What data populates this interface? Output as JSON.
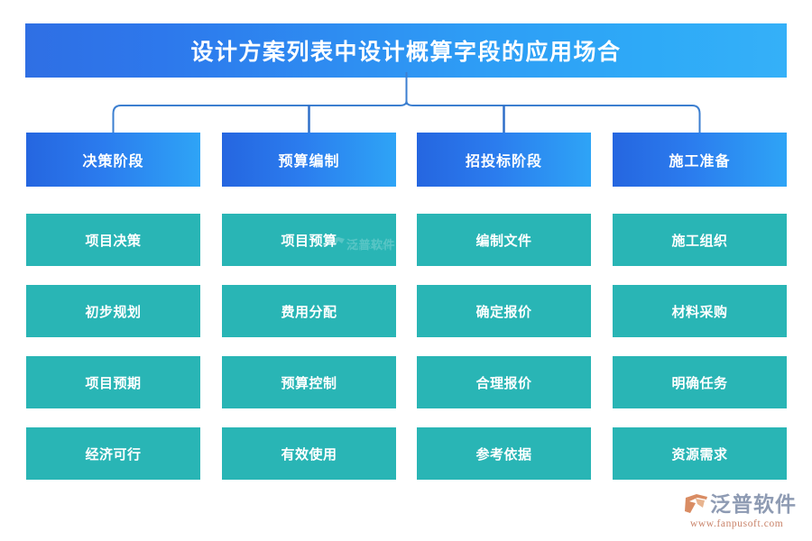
{
  "page": {
    "title": "设计方案列表中设计概算字段的应用场合",
    "background_color": "#ffffff"
  },
  "theme": {
    "title_gradient_from": "#2f6fe4",
    "title_gradient_to": "#35b0f8",
    "category_gradient_from": "#2566e0",
    "category_gradient_to": "#2ea4f6",
    "item_color": "#29b5b5",
    "connector_color": "#3c7fd0",
    "text_on_fill": "#ffffff"
  },
  "columns": [
    {
      "category": "决策阶段",
      "items": [
        "项目决策",
        "初步规划",
        "项目预期",
        "经济可行"
      ]
    },
    {
      "category": "预算编制",
      "items": [
        "项目预算",
        "费用分配",
        "预算控制",
        "有效使用"
      ]
    },
    {
      "category": "招投标阶段",
      "items": [
        "编制文件",
        "确定报价",
        "合理报价",
        "参考依据"
      ]
    },
    {
      "category": "施工准备",
      "items": [
        "施工组织",
        "材料采购",
        "明确任务",
        "资源需求"
      ]
    }
  ],
  "watermark": {
    "name": "泛普软件",
    "url": "fanpusoft.com"
  },
  "brand": {
    "name": "泛普软件",
    "url": "www.fanpusoft.com",
    "logo_icon": "fanpu-logo-icon",
    "logo_color": "#d98c63"
  }
}
